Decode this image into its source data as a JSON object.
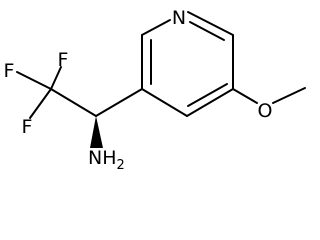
{
  "molecule": {
    "atoms": {
      "n_ring": "N",
      "f_top": "F",
      "f_left": "F",
      "f_bottom": "F",
      "o_methoxy": "O",
      "amine_main": "NH",
      "amine_sub": "2"
    },
    "stereo": "wedge",
    "line_color": "#000000"
  }
}
